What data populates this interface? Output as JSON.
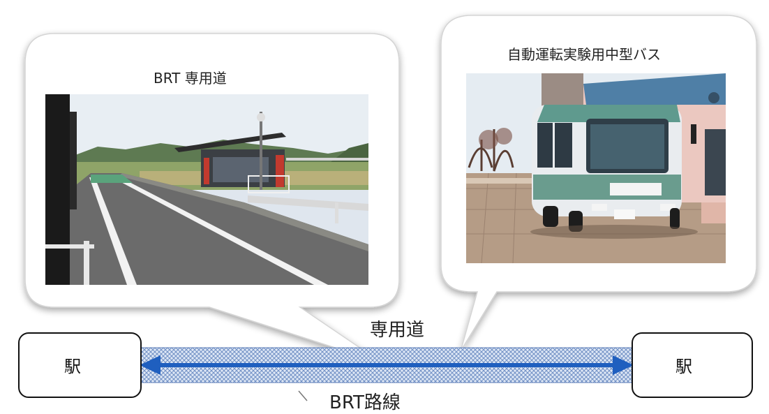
{
  "callouts": {
    "left_title": "BRT 専用道",
    "right_title": "自動運転実験用中型バス"
  },
  "stations": {
    "left": "駅",
    "right": "駅"
  },
  "labels": {
    "dedicated_road": "専用道",
    "brt_route": "BRT路線"
  },
  "photos": {
    "left": "bus-stop-dedicated-road-photo",
    "right": "medium-bus-photo"
  },
  "colors": {
    "route_fill": "#9fb4d8",
    "arrow": "#1f5fbf",
    "callout_border": "#cfcfcf"
  }
}
